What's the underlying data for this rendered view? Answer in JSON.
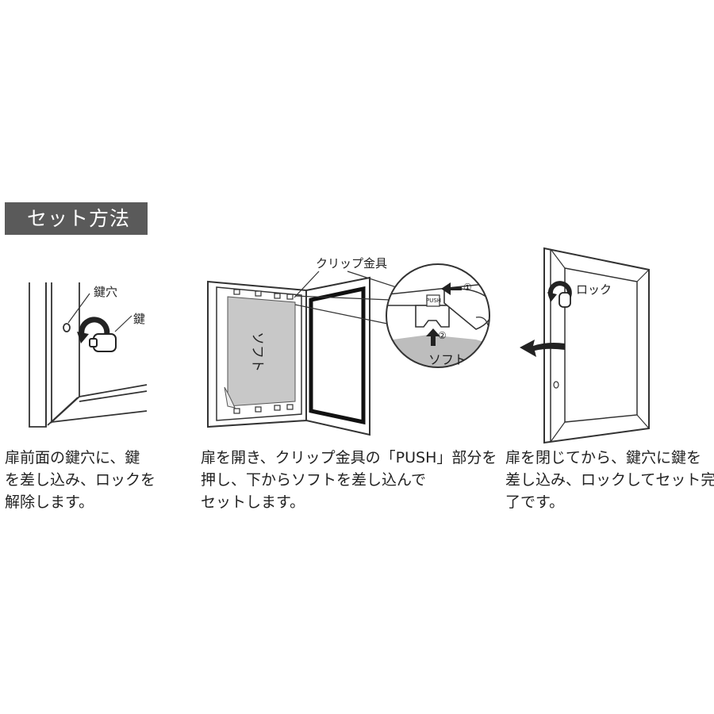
{
  "section_title": "セット方法",
  "steps": [
    {
      "labels": {
        "keyhole": "鍵穴",
        "key": "鍵"
      },
      "lines": [
        "扉前面の鍵穴に、鍵",
        "を差し込み、ロックを",
        "解除します。"
      ]
    },
    {
      "labels": {
        "clip": "クリップ金具",
        "soft_poster": "ソフト",
        "soft_zoom": "ソフト",
        "push": "PUSH",
        "num1": "①",
        "num2": "②"
      },
      "lines": [
        "扉を開き、クリップ金具の「PUSH」部分を",
        "押し、下からソフトを差し込んで",
        "セットします。"
      ]
    },
    {
      "labels": {
        "lock": "ロック"
      },
      "lines": [
        "扉を閉じてから、鍵穴に鍵を",
        "差し込み、ロックしてセット完",
        "了です。"
      ]
    }
  ]
}
